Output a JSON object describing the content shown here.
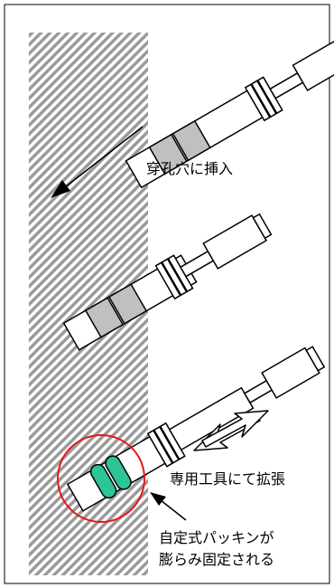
{
  "labels": {
    "insert": "穿孔穴に挿入",
    "expand": "専用工具にて拡張",
    "packing_line1": "自定式パッキンが",
    "packing_line2": "膨らみ固定される"
  },
  "colors": {
    "frame": "#000000",
    "hatch": "#9a9a9a",
    "band": "#c0c0c0",
    "packing": "#2ec49a",
    "highlight": "#e8141b",
    "background": "#ffffff"
  },
  "icons": {
    "insert_arrow": "arrow-down-left-icon",
    "expand_arrow": "double-headed-arrow-icon",
    "pointer_arrow": "arrow-pointer-icon"
  }
}
